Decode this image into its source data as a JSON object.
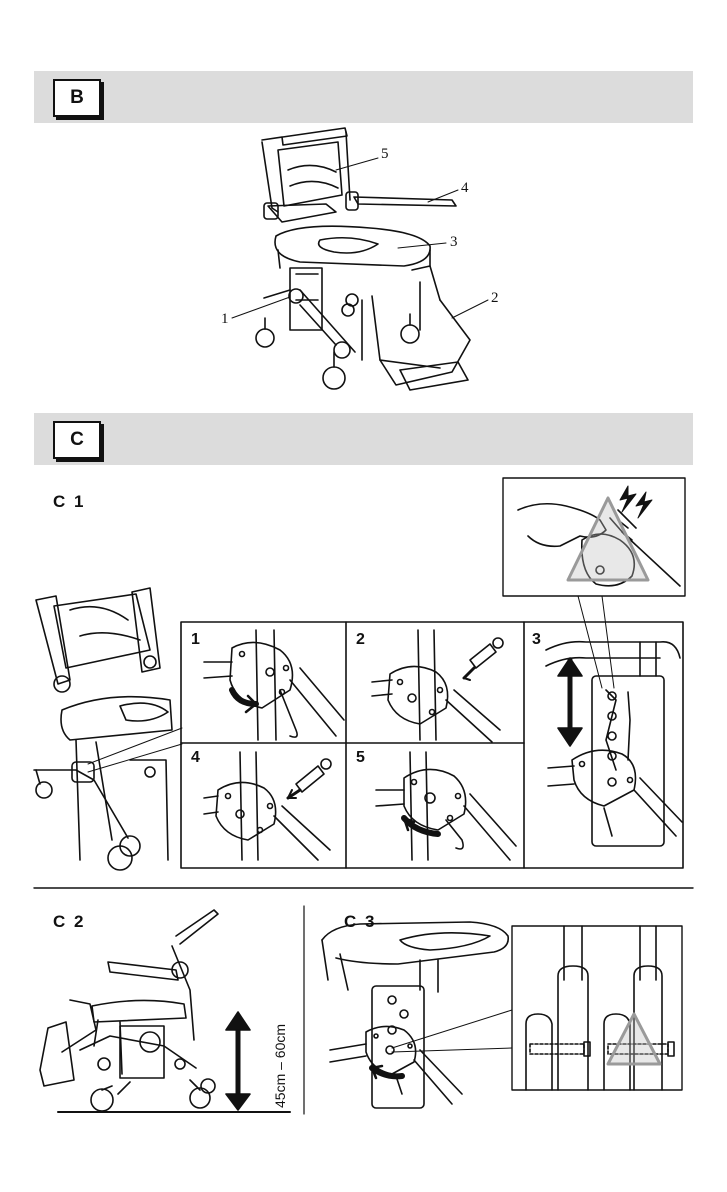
{
  "sections": {
    "b": {
      "tag": "B"
    },
    "c": {
      "tag": "C"
    }
  },
  "chair_parts": [
    {
      "num": "5"
    },
    {
      "num": "4"
    },
    {
      "num": "3"
    },
    {
      "num": "2"
    },
    {
      "num": "1"
    }
  ],
  "c1": {
    "title": "C 1",
    "steps": [
      "1",
      "2",
      "3",
      "4",
      "5"
    ]
  },
  "c2": {
    "title": "C 2",
    "measure": "45cm – 60cm"
  },
  "c3": {
    "title": "C 3"
  },
  "colors": {
    "band": "#dcdcdc",
    "line": "#111111",
    "warning": "#9a9a9a"
  }
}
